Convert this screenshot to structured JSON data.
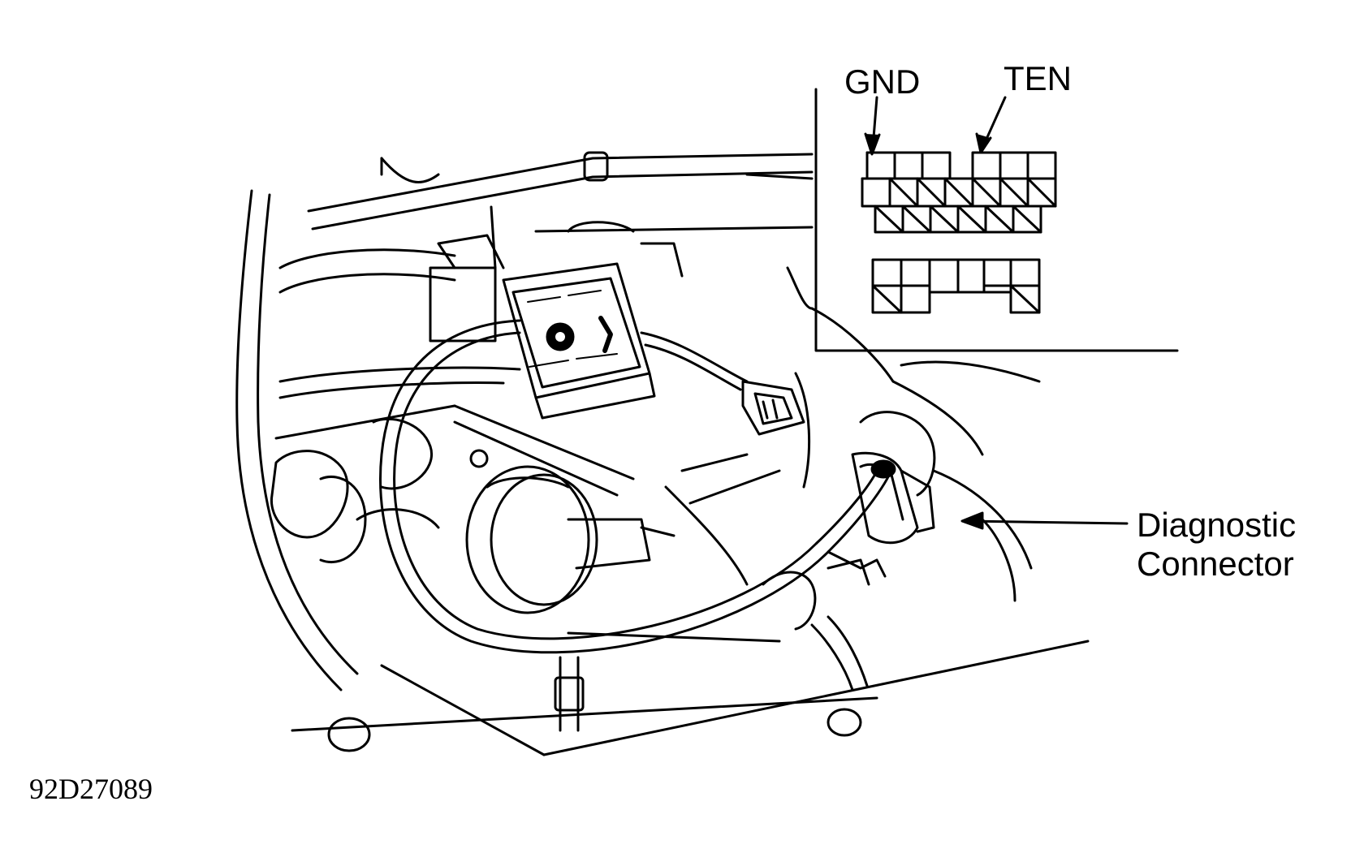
{
  "colors": {
    "ink": "#000000",
    "paper": "#ffffff"
  },
  "inset": {
    "gnd_label": "GND",
    "ten_label": "TEN"
  },
  "callout": {
    "line1": "Diagnostic",
    "line2": "Connector"
  },
  "figure_id": "92D27089"
}
